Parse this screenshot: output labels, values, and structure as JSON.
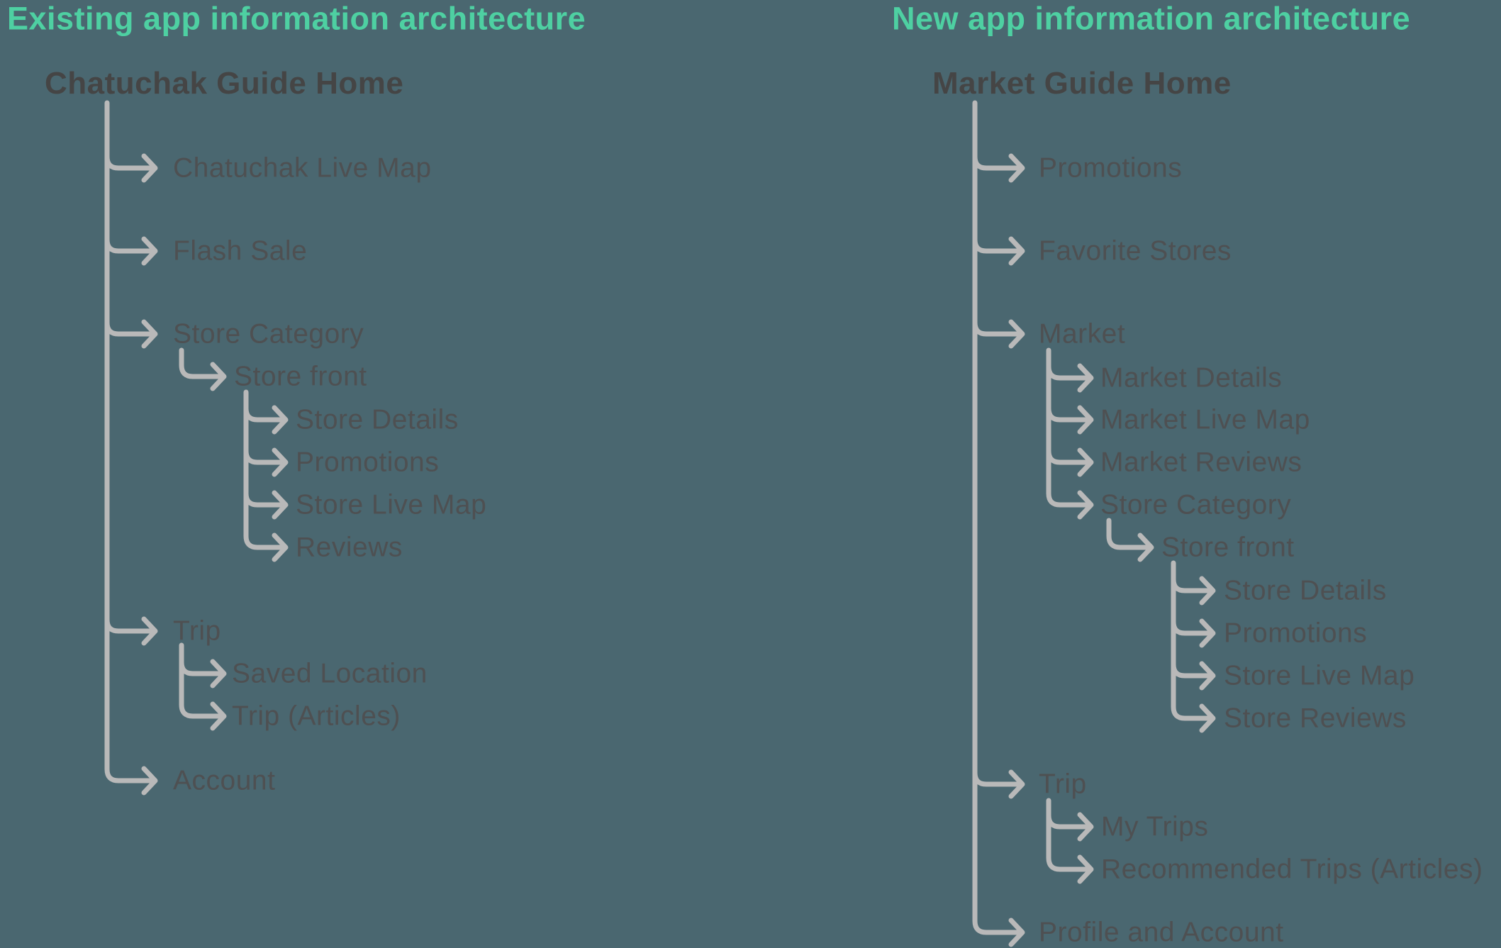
{
  "theme": {
    "background": "#4a6770",
    "heading_text": "#4ed0a2",
    "root_text": "#454545",
    "item_text": "#4e5052",
    "line": "#b9b9b9"
  },
  "left": {
    "heading": "Existing app information architecture",
    "root": "Chatuchak Guide Home",
    "items": [
      {
        "label": "Chatuchak Live Map"
      },
      {
        "label": "Flash Sale"
      },
      {
        "label": "Store Category",
        "children": [
          {
            "label": "Store front",
            "children": [
              {
                "label": "Store Details"
              },
              {
                "label": "Promotions"
              },
              {
                "label": "Store Live Map"
              },
              {
                "label": "Reviews"
              }
            ]
          }
        ]
      },
      {
        "label": "Trip",
        "children": [
          {
            "label": "Saved Location"
          },
          {
            "label": "Trip (Articles)"
          }
        ]
      },
      {
        "label": "Account"
      }
    ]
  },
  "right": {
    "heading": "New app information architecture",
    "root": "Market Guide Home",
    "items": [
      {
        "label": "Promotions"
      },
      {
        "label": "Favorite Stores"
      },
      {
        "label": "Market",
        "children": [
          {
            "label": "Market Details"
          },
          {
            "label": "Market Live Map"
          },
          {
            "label": "Market Reviews"
          },
          {
            "label": "Store Category",
            "children": [
              {
                "label": "Store front",
                "children": [
                  {
                    "label": "Store Details"
                  },
                  {
                    "label": "Promotions"
                  },
                  {
                    "label": "Store Live Map"
                  },
                  {
                    "label": "Store Reviews"
                  }
                ]
              }
            ]
          }
        ]
      },
      {
        "label": "Trip",
        "children": [
          {
            "label": "My Trips"
          },
          {
            "label": "Recommended Trips (Articles)"
          }
        ]
      },
      {
        "label": "Profile and Account"
      }
    ]
  }
}
